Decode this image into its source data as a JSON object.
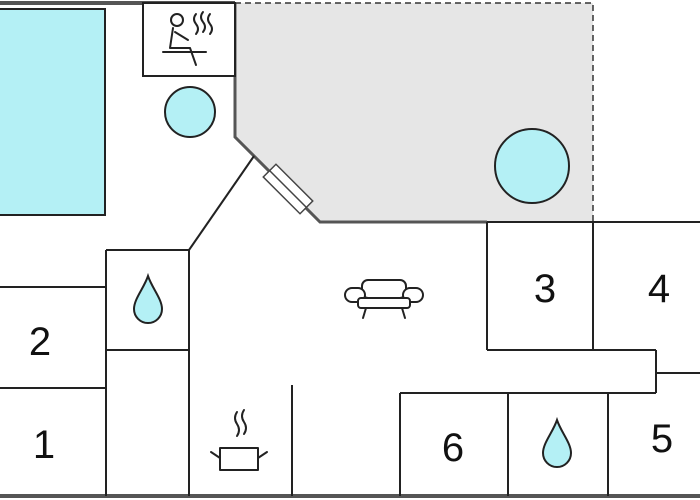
{
  "colors": {
    "wall": "#555555",
    "line": "#222222",
    "pool": "#b4f0f5",
    "terrace": "#e6e6e6",
    "room_label": "#111111"
  },
  "rooms": {
    "r1": "1",
    "r2": "2",
    "r3": "3",
    "r4": "4",
    "r5": "5",
    "r6": "6"
  },
  "icons": {
    "sauna": "sauna-icon",
    "hot_tub_small": "hot-tub-icon",
    "hot_tub_large": "hot-tub-icon",
    "bathroom_left": "water-drop-icon",
    "bathroom_right": "water-drop-icon",
    "living": "sofa-icon",
    "kitchen": "cooking-pot-icon"
  }
}
